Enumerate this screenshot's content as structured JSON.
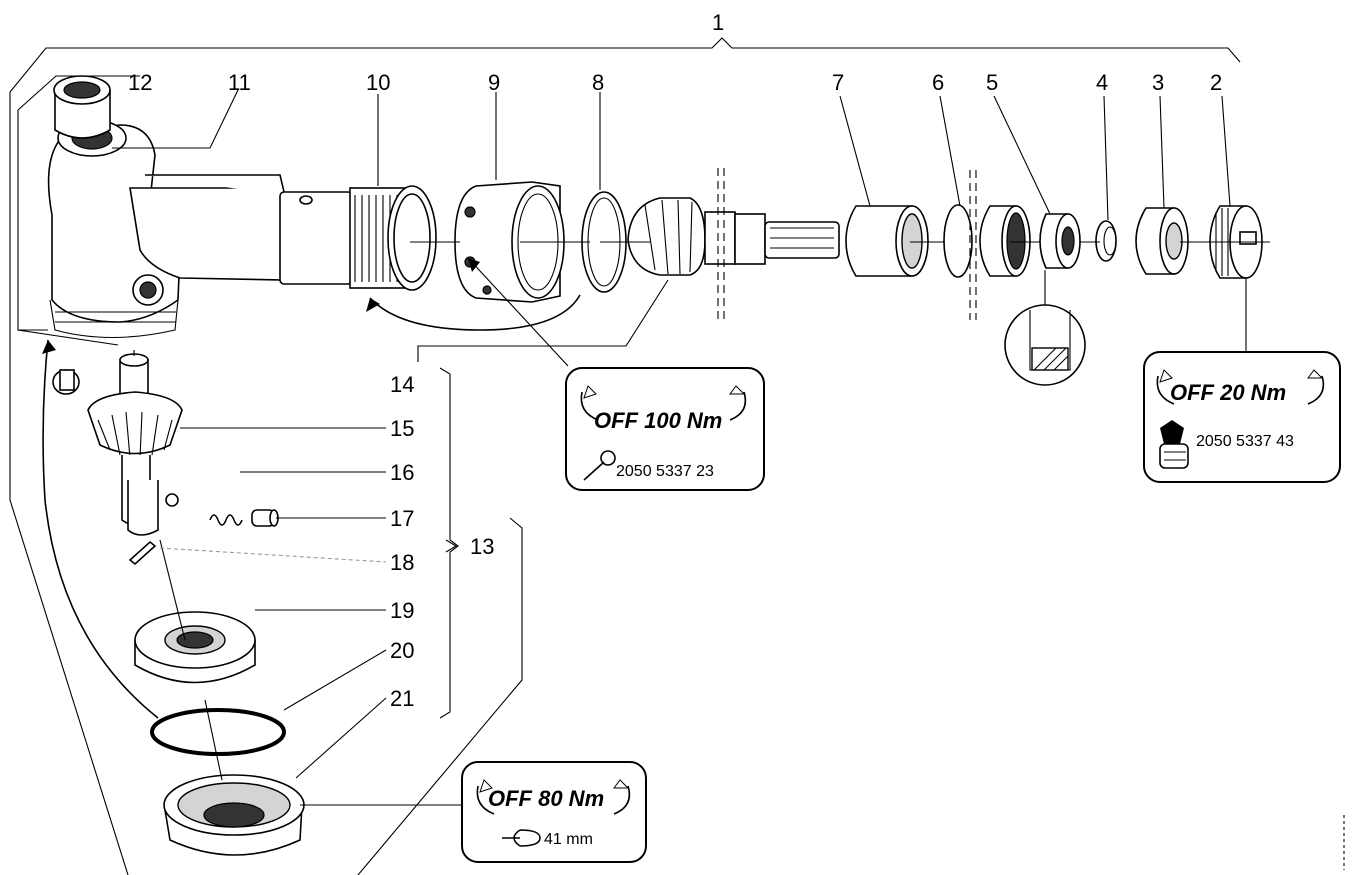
{
  "callouts": [
    "1",
    "2",
    "3",
    "4",
    "5",
    "6",
    "7",
    "8",
    "9",
    "10",
    "11",
    "12",
    "13",
    "14",
    "15",
    "16",
    "17",
    "18",
    "19",
    "20",
    "21"
  ],
  "torque_boxes": [
    {
      "title": "OFF 100 Nm",
      "sub": "2050 5337 23",
      "tool_icon": "torque-wrench-icon"
    },
    {
      "title": "OFF  20 Nm",
      "sub": "2050 5337 43",
      "tool_icon": "hand-spanner-icon"
    },
    {
      "title": "OFF  80 Nm",
      "sub": "41 mm",
      "tool_icon": "open-wrench-icon"
    }
  ]
}
